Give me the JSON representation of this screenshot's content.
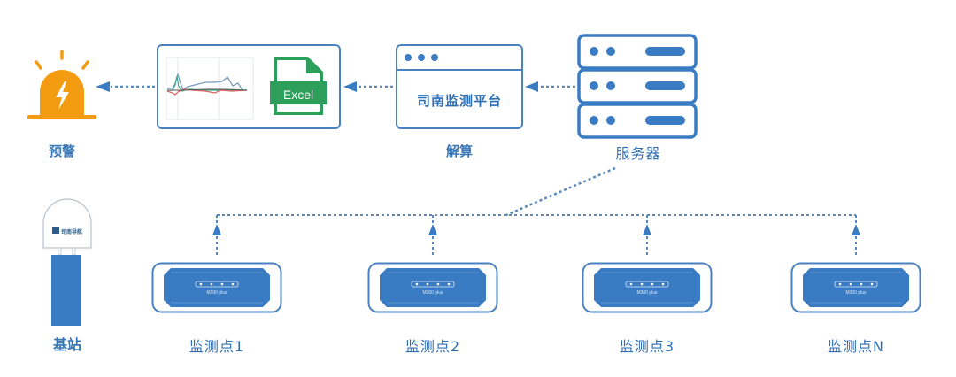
{
  "colors": {
    "primary_blue": "#3a7cc4",
    "outline_blue": "#4a82c0",
    "connector_blue": "#5a89b8",
    "alert_orange": "#f39c12",
    "excel_green": "#2e9e5b",
    "label_blue": "#3a78b8"
  },
  "nodes": {
    "alert": {
      "label": "预警",
      "icon": "alarm-siren-icon"
    },
    "report": {
      "excel_label": "Excel",
      "icons": [
        "line-chart-icon",
        "excel-file-icon"
      ]
    },
    "platform": {
      "title": "司南监测平台",
      "label": "解算",
      "icon": "browser-window-icon"
    },
    "server": {
      "label": "服务器",
      "icon": "server-rack-icon"
    },
    "base_station": {
      "label": "基站",
      "brand": "司南导航",
      "icon": "gnss-antenna-icon"
    }
  },
  "monitor_points": [
    {
      "label": "监测点1",
      "device_model": "M300 plus"
    },
    {
      "label": "监测点2",
      "device_model": "M300 plus"
    },
    {
      "label": "监测点3",
      "device_model": "M300 plus"
    },
    {
      "label": "监测点N",
      "device_model": "M300 plus"
    }
  ]
}
